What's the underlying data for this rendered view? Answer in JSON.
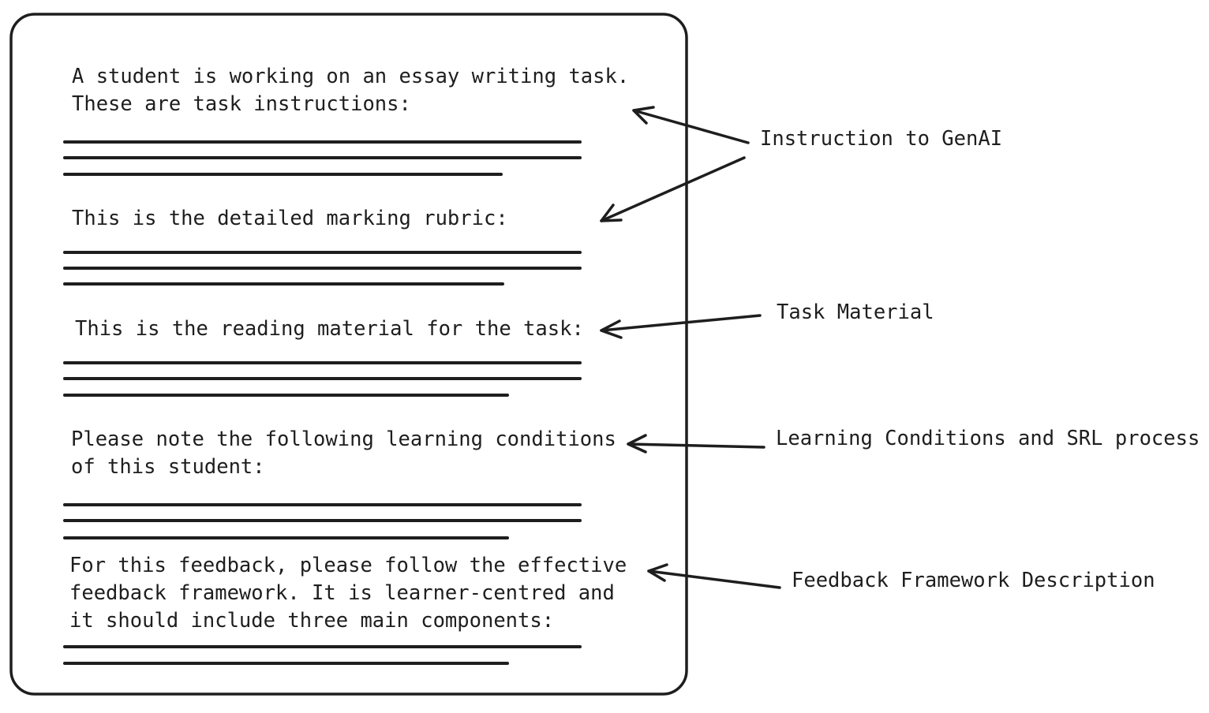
{
  "prompt_sections": [
    {
      "id": "task-instructions",
      "lines": [
        "A student is working on an essay writing task.",
        "These are task instructions:"
      ]
    },
    {
      "id": "marking-rubric",
      "lines": [
        "This is the detailed marking rubric:"
      ]
    },
    {
      "id": "reading-material",
      "lines": [
        "This is the reading material for the task:"
      ]
    },
    {
      "id": "learning-conditions",
      "lines": [
        "Please note the following learning conditions",
        "of this student:"
      ]
    },
    {
      "id": "feedback-framework",
      "lines": [
        "For this feedback, please follow the effective",
        "feedback framework. It is learner-centred and",
        "it should include three main components:"
      ]
    }
  ],
  "annotations": [
    {
      "id": "instruction-to-genai",
      "label": "Instruction to GenAI"
    },
    {
      "id": "task-material",
      "label": "Task Material"
    },
    {
      "id": "learning-conditions",
      "label": "Learning Conditions and SRL process"
    },
    {
      "id": "feedback-framework",
      "label": "Feedback Framework Description"
    }
  ],
  "colors": {
    "ink": "#1e1e1e",
    "background": "#ffffff"
  }
}
